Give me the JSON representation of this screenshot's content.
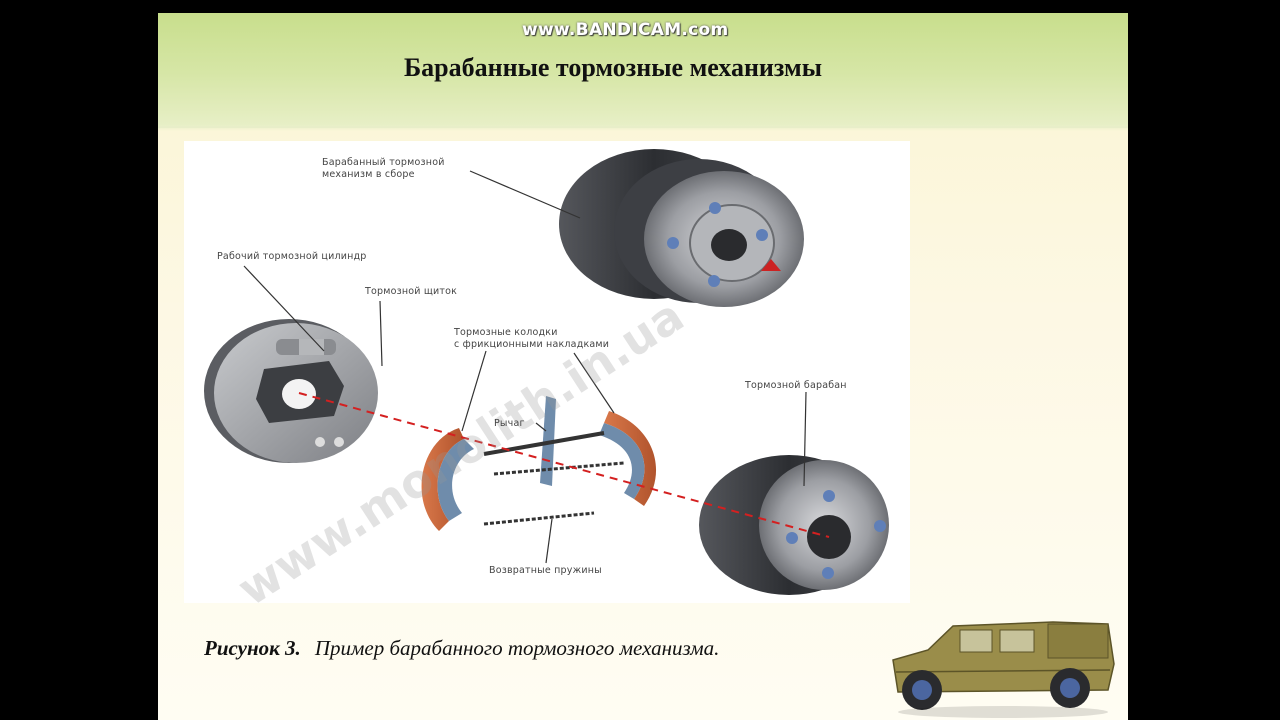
{
  "watermark": "www.BANDICAM.com",
  "slide": {
    "title": "Барабанные тормозные механизмы"
  },
  "figure": {
    "site_mark": "www.monolith.in.ua",
    "callouts": {
      "assembled_drum": [
        "Барабанный тормозной",
        "механизм в сборе"
      ],
      "wheel_cylinder": "Рабочий тормозной цилиндр",
      "backing_plate": "Тормозной щиток",
      "brake_shoes": [
        "Тормозные колодки",
        "с фрикционными накладками"
      ],
      "lever": "Рычаг",
      "brake_drum": "Тормозной барабан",
      "return_springs": "Возвратные пружины"
    }
  },
  "caption": {
    "label": "Рисунок 3.",
    "text": "Пример барабанного тормозного механизма."
  },
  "colors": {
    "slide_header": "#c8de8c",
    "slide_body": "#fdf8e4",
    "shoe_lining": "#c8643a",
    "axis_line": "#d42020",
    "metal_dark": "#3a3c40",
    "vehicle": "#9a8d4a"
  }
}
